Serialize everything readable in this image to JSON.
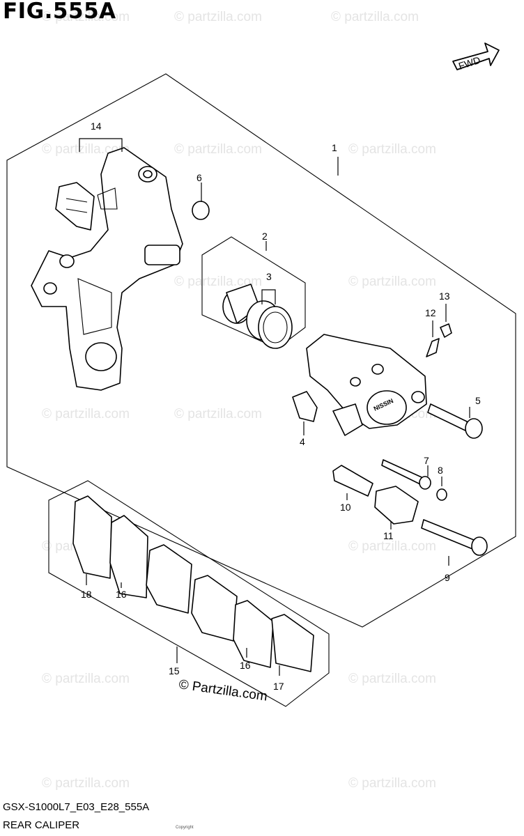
{
  "figure": {
    "title": "FIG.555A",
    "model_code": "GSX-S1000L7_E03_E28_555A",
    "section_name": "REAR CALIPER"
  },
  "direction_label": "FWD",
  "watermark": {
    "text": "© Partzilla.com",
    "repeat": "© partzilla.com"
  },
  "footer_copyright": "Copyright",
  "callouts": {
    "c1": "1",
    "c2": "2",
    "c3": "3",
    "c4": "4",
    "c5": "5",
    "c6": "6",
    "c7": "7",
    "c8": "8",
    "c9": "9",
    "c10": "10",
    "c11": "11",
    "c12": "12",
    "c13": "13",
    "c14": "14",
    "c15": "15",
    "c16a": "16",
    "c16b": "16",
    "c17": "17",
    "c18": "18"
  },
  "caliper_logo": "NISSIN"
}
